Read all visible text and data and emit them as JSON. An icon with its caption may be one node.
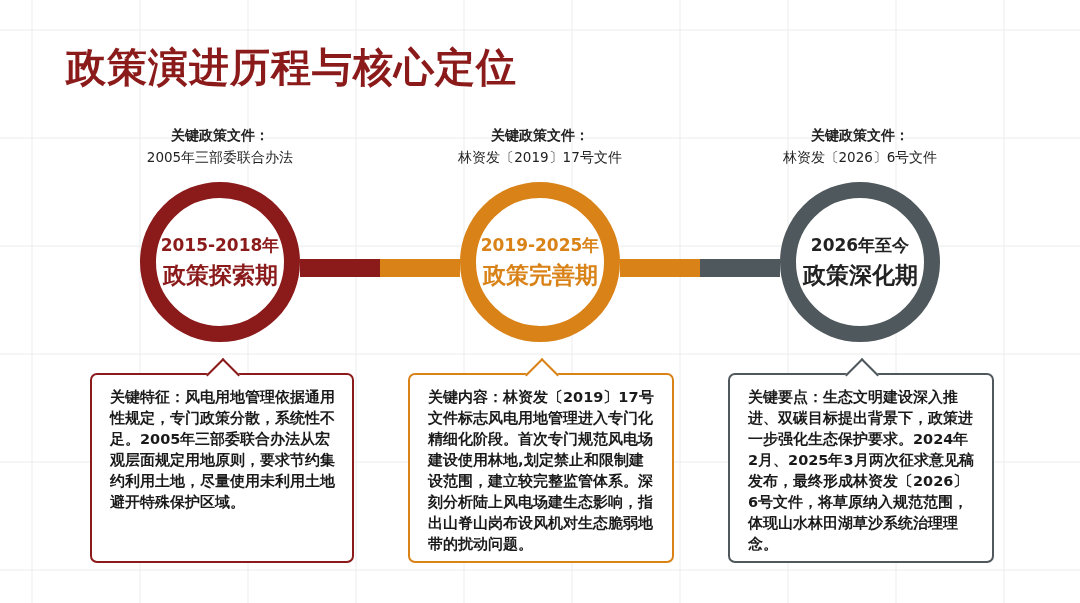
{
  "diagram": {
    "title": "政策演进历程与核心定位",
    "nodes": [
      {
        "text": [
          "2015-2018年",
          "政策探索期"
        ],
        "beside": [
          "关键政策文件：",
          "2005年三部委联合办法"
        ]
      },
      {
        "text": [
          "2019-2025年",
          "政策完善期"
        ],
        "beside": [
          "关键政策文件：",
          "林资发〔2019〕17号文件"
        ]
      },
      {
        "text": [
          "2026年至今",
          "政策深化期"
        ],
        "beside": [
          "关键政策文件：",
          "林资发〔2026〕6号文件"
        ]
      },
      {
        "text": [
          "关键特征：风电用地管理依据通用性规定，专门政策分散，系统性不足。2005年三部委联合办法从宏观层面规定用地原则，要求节约集约利用土地，尽量使用未利用土地避开特殊保护区域。"
        ]
      },
      {
        "text": [
          "关键内容：林资发〔2019〕17号文件标志风电用地管理进入专门化精细化阶段。首次专门规范风电场建设使用林地,划定禁止和限制建设范围，建立较完整监管体系。深刻分析陆上风电场建生态影响，指出山脊山岗布设风机对生态脆弱地带的扰动问题。"
        ]
      },
      {
        "text": [
          "关键要点：生态文明建设深入推进、双碳目标提出背景下，政策进一步强化生态保护要求。2024年2月、2025年3月两次征求意见稿发布，最终形成林资发〔2026〕6号文件，将草原纳入规范范围，体现山水林田湖草沙系统治理理念。"
        ]
      }
    ],
    "edges": [
      {
        "from": 0,
        "to": 1,
        "arrow": "none",
        "style": "thick"
      },
      {
        "from": 1,
        "to": 2,
        "arrow": "none",
        "style": "thick"
      }
    ]
  }
}
